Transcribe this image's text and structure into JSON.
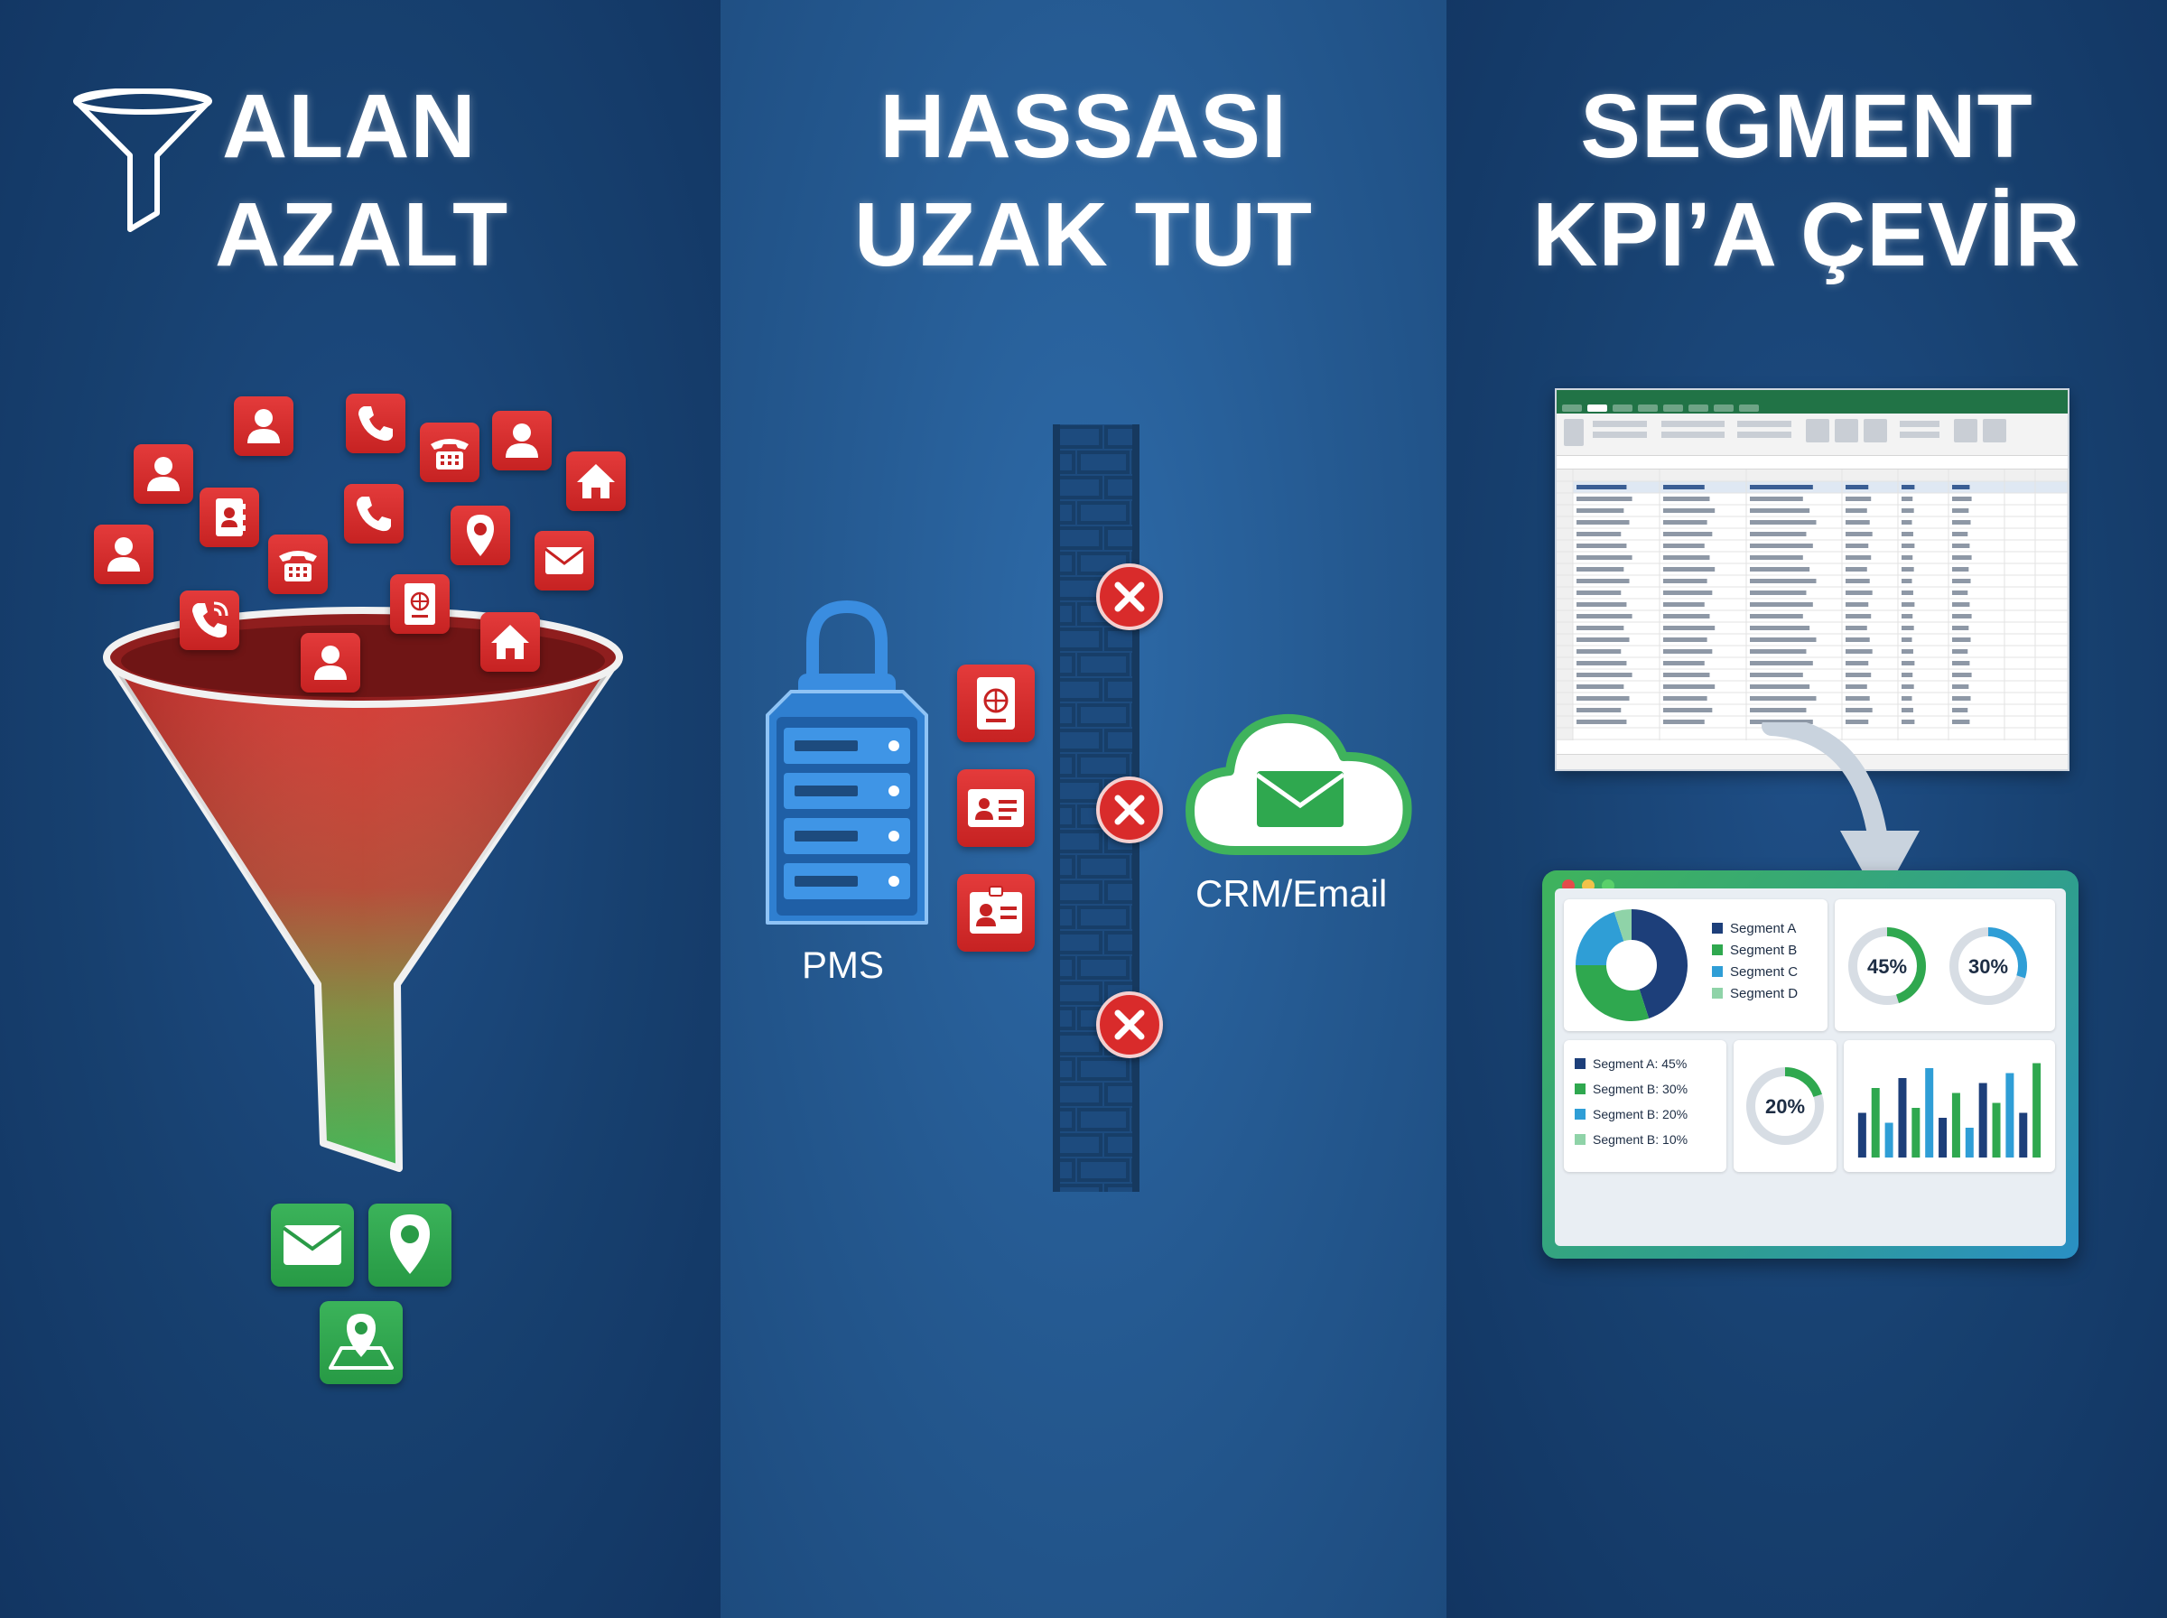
{
  "panels": [
    {
      "title_line1": "ALAN",
      "title_line2": "AZALT"
    },
    {
      "title_line1": "HASSASI",
      "title_line2": "UZAK TUT"
    },
    {
      "title_line1": "SEGMENT",
      "title_line2": "KPI’A ÇEVİR"
    }
  ],
  "sensitive": {
    "source_label": "PMS",
    "target_label": "CRM/Email"
  },
  "dashboard": {
    "donut_legend": [
      "Segment A",
      "Segment B",
      "Segment C",
      "Segment D"
    ],
    "kpi_1": "45%",
    "kpi_2": "30%",
    "kpi_3": "20%",
    "list_legend": [
      "Segment A: 45%",
      "Segment B: 30%",
      "Segment B: 20%",
      "Segment B: 10%"
    ],
    "donut_values": [
      45,
      30,
      20,
      5
    ],
    "bars": [
      0.45,
      0.7,
      0.35,
      0.8,
      0.5,
      0.9,
      0.4,
      0.65,
      0.3,
      0.75,
      0.55,
      0.85,
      0.45,
      0.95
    ]
  },
  "colors": {
    "red": "#d92b2b",
    "green": "#2fa84f",
    "navy": "#17406f",
    "blue": "#2f7fd0"
  }
}
